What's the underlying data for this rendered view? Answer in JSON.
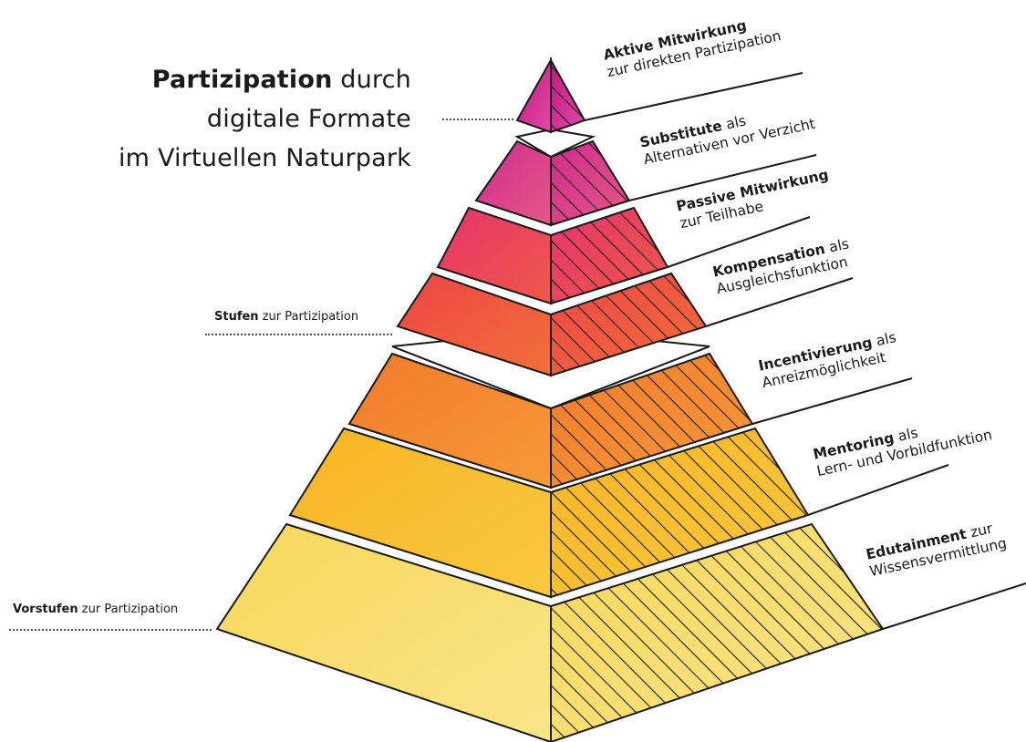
{
  "title": {
    "bold": "Partizipation",
    "rest1": " durch",
    "line2": "digitale Formate",
    "line3": "im Virtuellen Naturpark"
  },
  "side_labels": {
    "stufen": {
      "bold": "Stufen",
      "rest": " zur Partizipation"
    },
    "vorstufen": {
      "bold": "Vorstufen",
      "rest": " zur Partizipation"
    }
  },
  "levels": [
    {
      "bold": "Aktive Mitwirkung",
      "after": "",
      "line2": "zur direkten Partizipation"
    },
    {
      "bold": "Substitute",
      "after": " als",
      "line2": "Alternativen vor Verzicht"
    },
    {
      "bold": "Passive Mitwirkung",
      "after": "",
      "line2": "zur Teilhabe"
    },
    {
      "bold": "Kompensation",
      "after": " als",
      "line2": "Ausgleichsfunktion"
    },
    {
      "bold": "Incentivierung",
      "after": " als",
      "line2": "Anreizmöglichkeit"
    },
    {
      "bold": "Mentoring",
      "after": " als",
      "line2": "Lern- und Vorbildfunktion"
    },
    {
      "bold": "Edutainment",
      "after": " zur",
      "line2": "Wissensvermittlung"
    }
  ],
  "colors": {
    "tier1": "#d62a92",
    "tier2": "#dd3f8a",
    "tier3": "#ea3f5c",
    "tier4": "#ef4c3f",
    "tier5": "#f4862e",
    "tier6": "#f8bb2a",
    "tier7": "#f8df6a",
    "hatch": "#1a1a1a",
    "outline": "#1a1a1a"
  }
}
